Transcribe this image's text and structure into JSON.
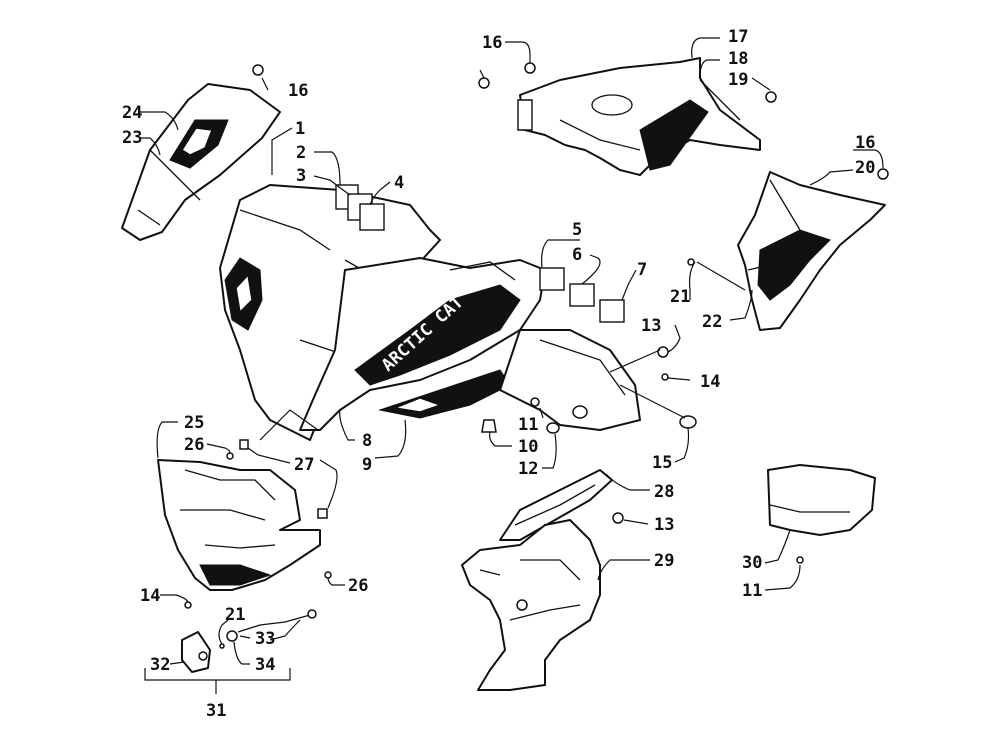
{
  "logo_text": "ARCTIC CAT",
  "callouts": [
    "1",
    "2",
    "3",
    "4",
    "5",
    "6",
    "7",
    "8",
    "9",
    "10",
    "11",
    "12",
    "13",
    "14",
    "15",
    "16",
    "17",
    "18",
    "19",
    "20",
    "21",
    "22",
    "23",
    "24",
    "25",
    "26",
    "27",
    "28",
    "29",
    "30",
    "31",
    "32",
    "33",
    "34"
  ],
  "labels": {
    "l16a": "16",
    "l16b": "16",
    "l17": "17",
    "l18": "18",
    "l19": "19",
    "l16c": "16",
    "l20": "20",
    "l24": "24",
    "l23": "23",
    "l1": "1",
    "l2": "2",
    "l3": "3",
    "l4": "4",
    "l5": "5",
    "l6": "6",
    "l7": "7",
    "l21a": "21",
    "l22": "22",
    "l13a": "13",
    "l14a": "14",
    "l8": "8",
    "l9": "9",
    "l11a": "11",
    "l10": "10",
    "l12": "12",
    "l15": "15",
    "l25": "25",
    "l26a": "26",
    "l27": "27",
    "l28": "28",
    "l13b": "13",
    "l29": "29",
    "l26b": "26",
    "l14b": "14",
    "l30": "30",
    "l11b": "11",
    "l21b": "21",
    "l33": "33",
    "l32": "32",
    "l34": "34",
    "l31": "31"
  }
}
